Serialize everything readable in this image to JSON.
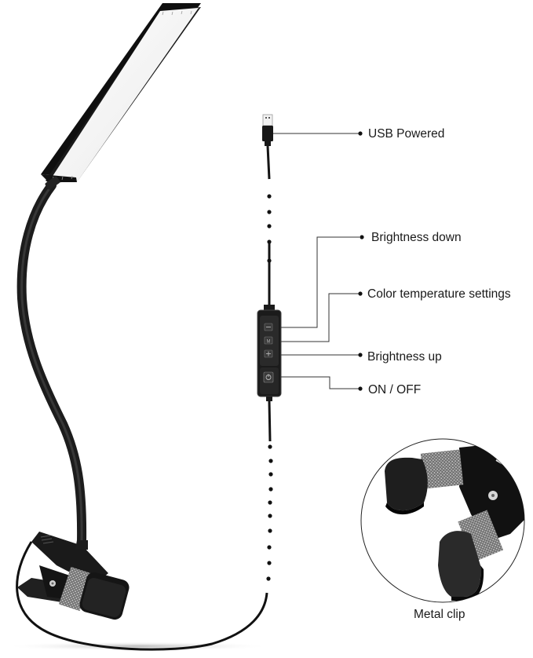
{
  "callouts": {
    "usb": {
      "label": "USB Powered"
    },
    "brightness_down": {
      "label": "Brightness down"
    },
    "color_temp": {
      "label": "Color temperature settings"
    },
    "brightness_up": {
      "label": "Brightness up"
    },
    "power": {
      "label": "ON / OFF"
    }
  },
  "inset": {
    "caption": "Metal clip"
  },
  "controller": {
    "buttons": [
      {
        "name": "minus",
        "glyph": "−"
      },
      {
        "name": "mode",
        "glyph": "M"
      },
      {
        "name": "plus",
        "glyph": "+"
      },
      {
        "name": "power",
        "glyph": "⏻"
      }
    ]
  },
  "colors": {
    "lamp_body": "#111111",
    "panel": "#f4f4f4",
    "gooseneck": "#2e2e2e",
    "cable": "#141414",
    "text": "#1a1a1a",
    "leader_line": "#333333",
    "webbing": "#8a8a8a"
  }
}
